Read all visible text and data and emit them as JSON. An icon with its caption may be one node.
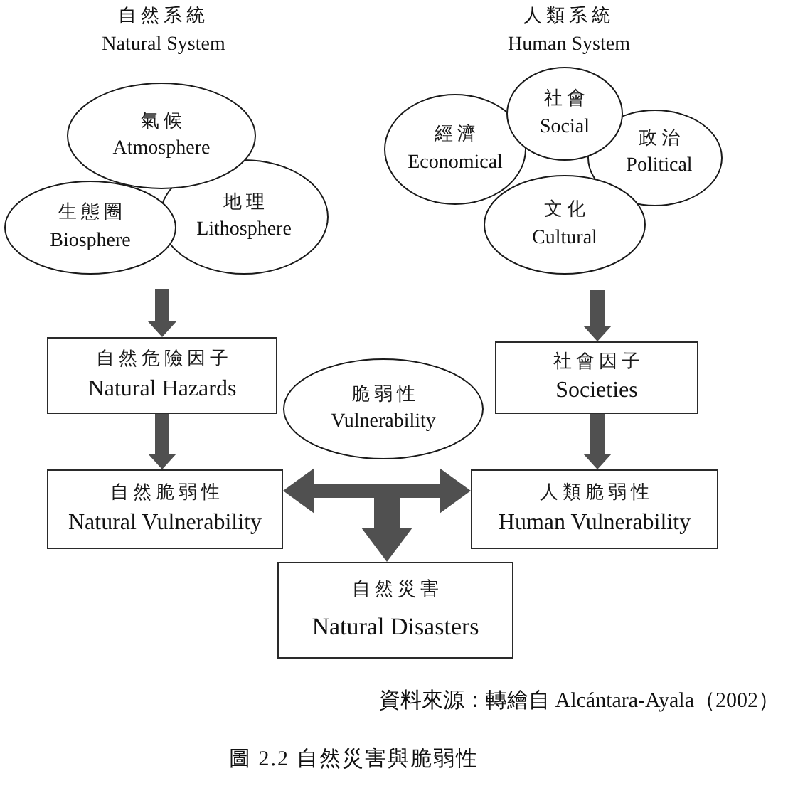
{
  "diagram": {
    "caption": "圖 2.2 自然災害與脆弱性",
    "nodes": [
      {
        "text": [
          "氣候",
          "Atmosphere"
        ]
      },
      {
        "text": [
          "生態圈",
          "Biosphere"
        ]
      },
      {
        "text": [
          "地理",
          "Lithosphere"
        ]
      },
      {
        "text": [
          "社會",
          "Social"
        ]
      },
      {
        "text": [
          "經濟",
          "Economical"
        ]
      },
      {
        "text": [
          "政治",
          "Political"
        ]
      },
      {
        "text": [
          "文化",
          "Cultural"
        ]
      },
      {
        "text": [
          "自然危險因子",
          "Natural Hazards"
        ]
      },
      {
        "text": [
          "社會因子",
          "Societies"
        ]
      },
      {
        "text": [
          "脆弱性",
          "Vulnerability"
        ]
      },
      {
        "text": [
          "自然脆弱性",
          "Natural Vulnerability"
        ]
      },
      {
        "text": [
          "人類脆弱性",
          "Human Vulnerability"
        ]
      },
      {
        "text": [
          "自然災害",
          "Natural Disasters"
        ]
      }
    ],
    "edges": [
      {
        "from": null,
        "to": 7,
        "arrow": "to"
      },
      {
        "from": 7,
        "to": 10,
        "arrow": "to"
      },
      {
        "from": null,
        "to": 8,
        "arrow": "to"
      },
      {
        "from": 8,
        "to": 11,
        "arrow": "to"
      },
      {
        "from": 10,
        "to": 11,
        "arrow": "both"
      },
      {
        "from": 10,
        "to": 12,
        "arrow": "both"
      },
      {
        "from": 11,
        "to": 12,
        "arrow": "both"
      }
    ],
    "labels": [
      "自然系統",
      "Natural System",
      "人類系統",
      "Human System",
      "資料來源：轉繪自 Alcántara-Ayala（2002）"
    ]
  }
}
